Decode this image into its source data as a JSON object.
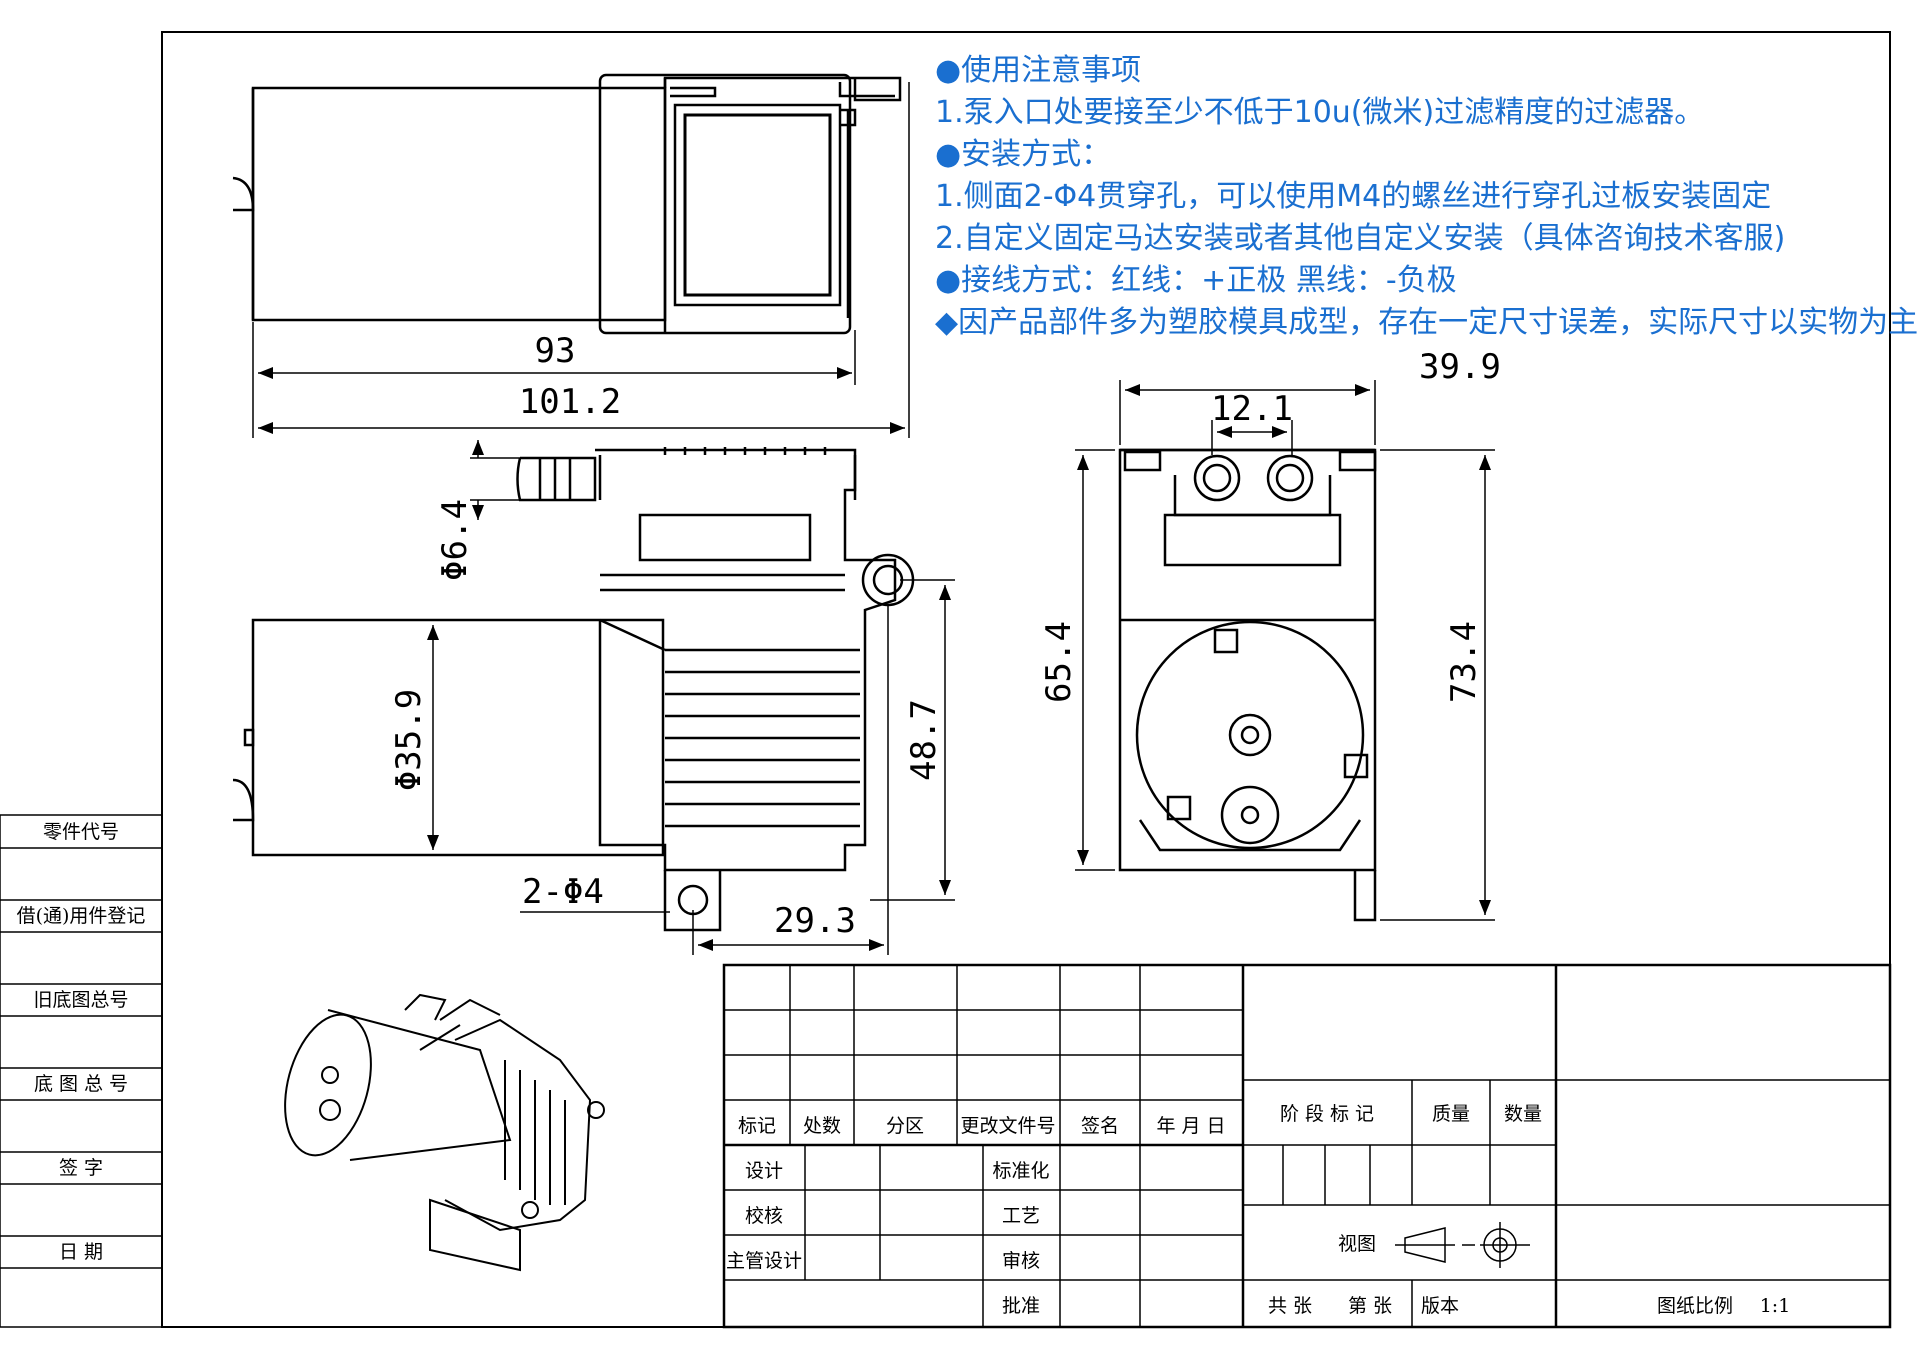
{
  "notes": {
    "line1": "●使用注意事项",
    "line2": "1.泵入口处要接至少不低于10u(微米)过滤精度的过滤器。",
    "line3": "●安装方式：",
    "line4": "1.侧面2-Φ4贯穿孔，可以使用M4的螺丝进行穿孔过板安装固定",
    "line5": "2.自定义固定马达安装或者其他自定义安装（具体咨询技术客服)",
    "line6": "●接线方式：红线：+正极  黑线：-负极",
    "line7": "◆因产品部件多为塑胶模具成型，存在一定尺寸误差，实际尺寸以实物为主",
    "color": "#1a6fd0"
  },
  "dimensions": {
    "d93": "93",
    "d101_2": "101.2",
    "phi6_4": "Φ6.4",
    "phi35_9": "Φ35.9",
    "d48_7": "48.7",
    "hole": "2-Φ4",
    "d29_3": "29.3",
    "d39_9": "39.9",
    "d12_1": "12.1",
    "d65_4": "65.4",
    "d73_4": "73.4"
  },
  "side_table": {
    "part_code": "零件代号",
    "borrow": "借(通)用件登记",
    "old_base": "旧底图总号",
    "base": "底 图 总 号",
    "sign": "签    字",
    "date": "日    期"
  },
  "title_block": {
    "mark": "标记",
    "count": "处数",
    "zone": "分区",
    "change_doc": "更改文件号",
    "signature": "签名",
    "ymd": "年 月 日",
    "design": "设计",
    "standardize": "标准化",
    "check": "校核",
    "process": "工艺",
    "chief": "主管设计",
    "review": "审核",
    "approve": "批准",
    "stage": "阶 段 标 记",
    "mass": "质量",
    "qty": "数量",
    "view": "视图",
    "total": "共   张",
    "sheet": "第   张",
    "version": "版本",
    "scale_label": "图纸比例",
    "scale_value": "1:1"
  }
}
